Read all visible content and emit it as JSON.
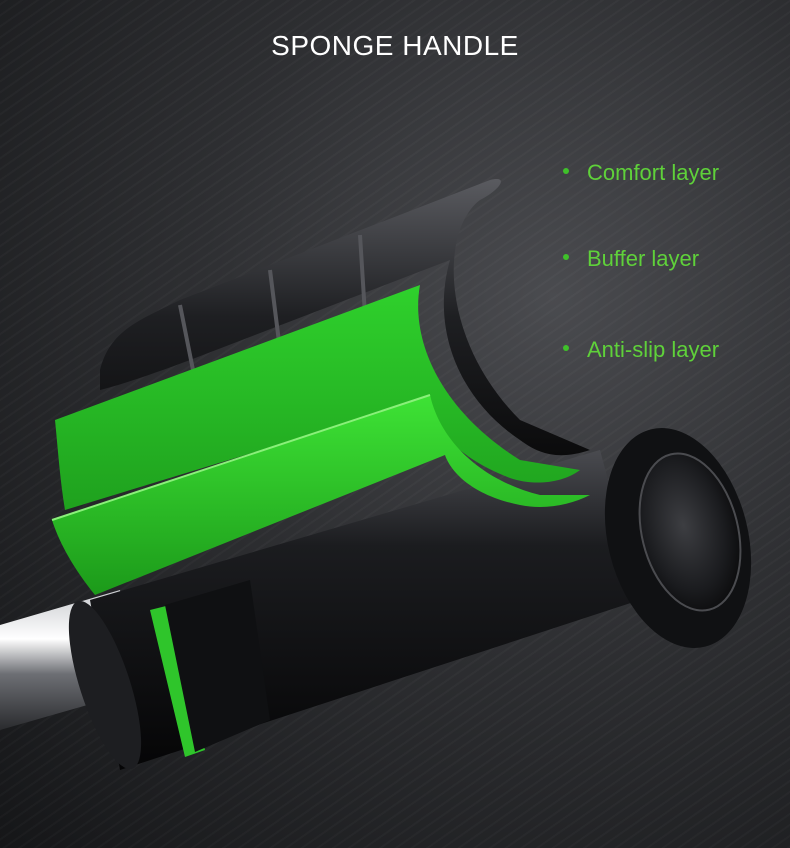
{
  "title": "SPONGE HANDLE",
  "layers": [
    {
      "label": "Comfort layer"
    },
    {
      "label": "Buffer layer"
    },
    {
      "label": "Anti-slip layer"
    }
  ],
  "colors": {
    "accent_green": "#3fc12a",
    "label_green": "#5fd13a",
    "title_white": "#ffffff"
  }
}
